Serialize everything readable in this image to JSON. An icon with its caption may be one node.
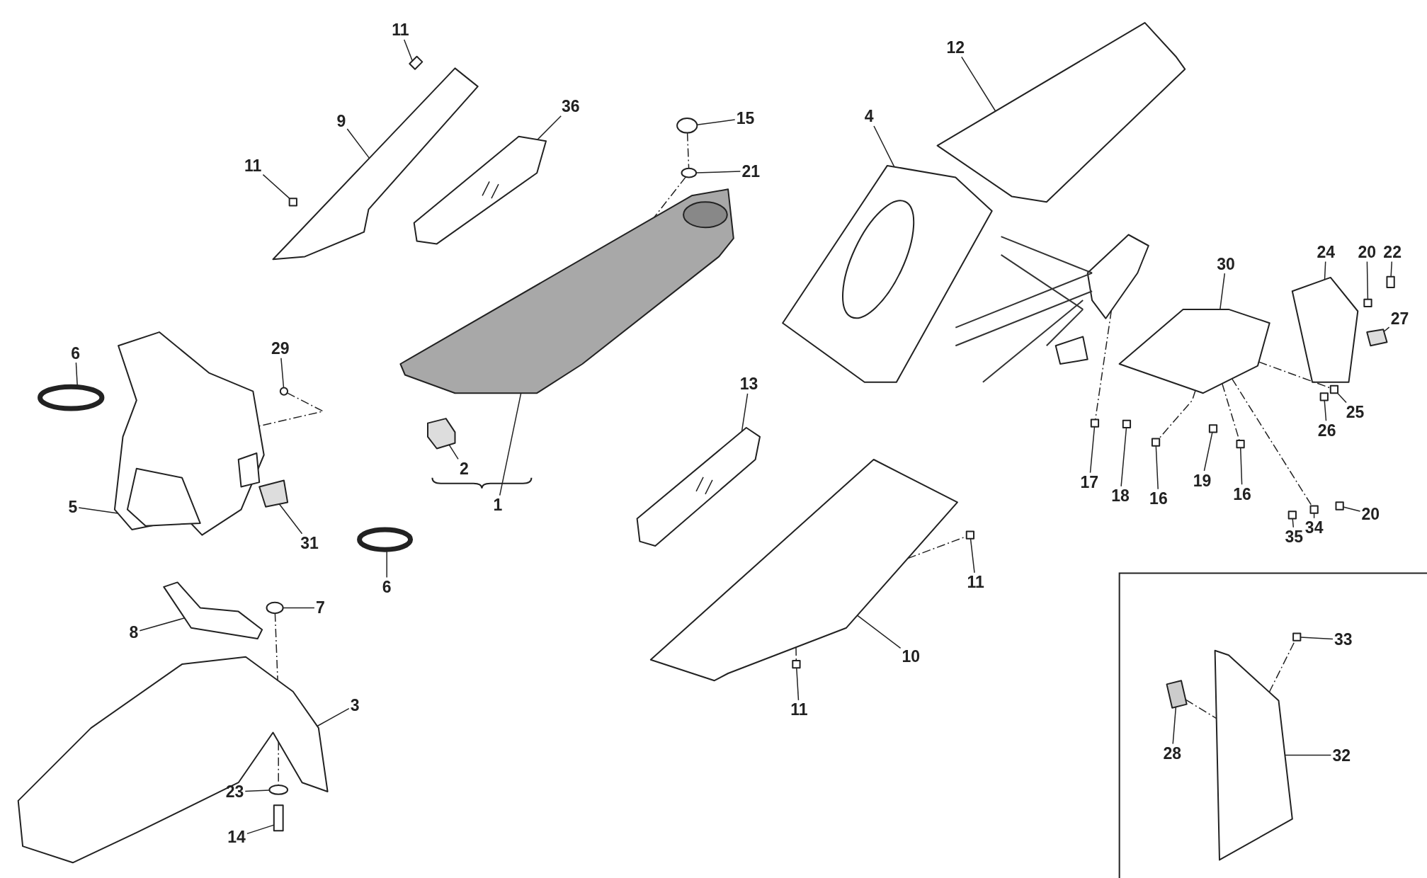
{
  "diagram": {
    "nodes": [
      {
        "text": [
          "11"
        ]
      },
      {
        "text": [
          "12"
        ]
      },
      {
        "text": [
          "36"
        ]
      },
      {
        "text": [
          "15"
        ]
      },
      {
        "text": [
          "9"
        ]
      },
      {
        "text": [
          "4"
        ]
      },
      {
        "text": [
          "11"
        ]
      },
      {
        "text": [
          "21"
        ]
      },
      {
        "text": [
          "24"
        ]
      },
      {
        "text": [
          "20"
        ]
      },
      {
        "text": [
          "22"
        ]
      },
      {
        "text": [
          "30"
        ]
      },
      {
        "text": [
          "27"
        ]
      },
      {
        "text": [
          "6"
        ]
      },
      {
        "text": [
          "29"
        ]
      },
      {
        "text": [
          "13"
        ]
      },
      {
        "text": [
          "25"
        ]
      },
      {
        "text": [
          "26"
        ]
      },
      {
        "text": [
          "2"
        ]
      },
      {
        "text": [
          "17"
        ]
      },
      {
        "text": [
          "19"
        ]
      },
      {
        "text": [
          "18"
        ]
      },
      {
        "text": [
          "16"
        ]
      },
      {
        "text": [
          "16"
        ]
      },
      {
        "text": [
          "1"
        ]
      },
      {
        "text": [
          "5"
        ]
      },
      {
        "text": [
          "20"
        ]
      },
      {
        "text": [
          "34"
        ]
      },
      {
        "text": [
          "35"
        ]
      },
      {
        "text": [
          "31"
        ]
      },
      {
        "text": [
          "11"
        ]
      },
      {
        "text": [
          "6"
        ]
      },
      {
        "text": [
          "7"
        ]
      },
      {
        "text": [
          "8"
        ]
      },
      {
        "text": [
          "33"
        ]
      },
      {
        "text": [
          "10"
        ]
      },
      {
        "text": [
          "3"
        ]
      },
      {
        "text": [
          "11"
        ]
      },
      {
        "text": [
          "32"
        ]
      },
      {
        "text": [
          "28"
        ]
      },
      {
        "text": [
          "23"
        ]
      },
      {
        "text": [
          "14"
        ]
      },
      {
        "text": [],
        "shape": "picture"
      },
      {
        "text": [],
        "shape": "picture"
      },
      {
        "text": [],
        "shape": "picture"
      },
      {
        "text": [],
        "shape": "circle"
      },
      {
        "text": [],
        "shape": "picture"
      },
      {
        "text": [],
        "shape": "picture"
      },
      {
        "text": [],
        "shape": "box"
      },
      {
        "text": [],
        "shape": "circle"
      },
      {
        "text": [],
        "shape": "picture"
      },
      {
        "text": [],
        "shape": "box"
      },
      {
        "text": [],
        "shape": "box"
      },
      {
        "text": [],
        "shape": "picture"
      },
      {
        "text": [],
        "shape": "picture"
      },
      {
        "text": [],
        "shape": "circle"
      },
      {
        "text": [],
        "shape": "circle"
      },
      {
        "text": [],
        "shape": "picture"
      },
      {
        "text": [],
        "shape": "box"
      },
      {
        "text": [],
        "shape": "box"
      },
      {
        "text": [],
        "shape": "picture"
      },
      {
        "text": [],
        "shape": "box"
      },
      {
        "text": [],
        "shape": "box"
      },
      {
        "text": [],
        "shape": "box"
      },
      {
        "text": [],
        "shape": "box"
      },
      {
        "text": [],
        "shape": "box"
      },
      {
        "text": [],
        "shape": "picture"
      },
      {
        "text": [],
        "shape": "picture"
      },
      {
        "text": [],
        "shape": "box"
      },
      {
        "text": [],
        "shape": "box"
      },
      {
        "text": [],
        "shape": "box"
      },
      {
        "text": [],
        "shape": "picture"
      },
      {
        "text": [],
        "shape": "box"
      },
      {
        "text": [],
        "shape": "circle"
      },
      {
        "text": [],
        "shape": "circle"
      },
      {
        "text": [],
        "shape": "picture"
      },
      {
        "text": [],
        "shape": "box"
      },
      {
        "text": [],
        "shape": "picture"
      },
      {
        "text": [],
        "shape": "picture"
      },
      {
        "text": [],
        "shape": "box"
      },
      {
        "text": [],
        "shape": "picture"
      },
      {
        "text": [],
        "shape": "picture"
      },
      {
        "text": [],
        "shape": "circle"
      },
      {
        "text": [],
        "shape": "box"
      },
      {
        "text": [],
        "shape": "picture"
      }
    ],
    "edges": [
      {
        "from": 0,
        "to": 42,
        "arrow": "none"
      },
      {
        "from": 1,
        "to": 43,
        "arrow": "none"
      },
      {
        "from": 2,
        "to": 44,
        "arrow": "none"
      },
      {
        "from": 3,
        "to": 45,
        "arrow": "none"
      },
      {
        "from": 4,
        "to": 46,
        "arrow": "none"
      },
      {
        "from": 5,
        "to": 47,
        "arrow": "none"
      },
      {
        "from": 6,
        "to": 48,
        "arrow": "none"
      },
      {
        "from": 7,
        "to": 49,
        "arrow": "none"
      },
      {
        "from": 8,
        "to": 50,
        "arrow": "none"
      },
      {
        "from": 9,
        "to": 51,
        "arrow": "none"
      },
      {
        "from": 10,
        "to": 52,
        "arrow": "none"
      },
      {
        "from": 11,
        "to": 53,
        "arrow": "none"
      },
      {
        "from": 12,
        "to": 54,
        "arrow": "none"
      },
      {
        "from": 13,
        "to": 55,
        "arrow": "none"
      },
      {
        "from": 14,
        "to": 56,
        "arrow": "none"
      },
      {
        "from": 15,
        "to": 57,
        "arrow": "none"
      },
      {
        "from": 16,
        "to": 58,
        "arrow": "none"
      },
      {
        "from": 17,
        "to": 59,
        "arrow": "none"
      },
      {
        "from": 18,
        "to": 60,
        "arrow": "none"
      },
      {
        "from": 19,
        "to": 61,
        "arrow": "none"
      },
      {
        "from": 20,
        "to": 62,
        "arrow": "none"
      },
      {
        "from": 21,
        "to": 63,
        "arrow": "none"
      },
      {
        "from": 22,
        "to": 64,
        "arrow": "none"
      },
      {
        "from": 23,
        "to": 65,
        "arrow": "none"
      },
      {
        "from": 24,
        "to": 66,
        "arrow": "none"
      },
      {
        "from": 25,
        "to": 67,
        "arrow": "none"
      },
      {
        "from": 26,
        "to": 68,
        "arrow": "none"
      },
      {
        "from": 27,
        "to": 69,
        "arrow": "none"
      },
      {
        "from": 28,
        "to": 70,
        "arrow": "none"
      },
      {
        "from": 29,
        "to": 71,
        "arrow": "none"
      },
      {
        "from": 30,
        "to": 72,
        "arrow": "none"
      },
      {
        "from": 31,
        "to": 73,
        "arrow": "none"
      },
      {
        "from": 32,
        "to": 74,
        "arrow": "none"
      },
      {
        "from": 33,
        "to": 75,
        "arrow": "none"
      },
      {
        "from": 34,
        "to": 76,
        "arrow": "none"
      },
      {
        "from": 35,
        "to": 77,
        "arrow": "none"
      },
      {
        "from": 36,
        "to": 78,
        "arrow": "none"
      },
      {
        "from": 37,
        "to": 79,
        "arrow": "none"
      },
      {
        "from": 38,
        "to": 80,
        "arrow": "none"
      },
      {
        "from": 39,
        "to": 81,
        "arrow": "none"
      },
      {
        "from": 40,
        "to": 82,
        "arrow": "none"
      },
      {
        "from": 41,
        "to": 83,
        "arrow": "none"
      },
      {
        "from": 56,
        "to": 67,
        "arrow": "none",
        "style": "dashed"
      },
      {
        "from": 74,
        "to": 78,
        "arrow": "none",
        "style": "dashed"
      },
      {
        "from": 45,
        "to": 49,
        "arrow": "none",
        "style": "dashed"
      },
      {
        "from": 49,
        "to": 66,
        "arrow": "none",
        "style": "dashed"
      },
      {
        "from": 84,
        "to": 61,
        "arrow": "none",
        "style": "dashed"
      },
      {
        "from": 53,
        "to": 64,
        "arrow": "none",
        "style": "dashed"
      },
      {
        "from": 53,
        "to": 65,
        "arrow": "none",
        "style": "dashed"
      },
      {
        "from": 53,
        "to": 69,
        "arrow": "none",
        "style": "dashed"
      },
      {
        "from": 53,
        "to": 58,
        "arrow": "none",
        "style": "dashed"
      },
      {
        "from": 77,
        "to": 72,
        "arrow": "none",
        "style": "dashed"
      },
      {
        "from": 77,
        "to": 79,
        "arrow": "none",
        "style": "dashed"
      },
      {
        "from": 81,
        "to": 80,
        "arrow": "none",
        "style": "dashed"
      },
      {
        "from": 80,
        "to": 76,
        "arrow": "none",
        "style": "dashed"
      },
      {
        "from": 78,
        "to": 82,
        "arrow": "none",
        "style": "dashed"
      }
    ]
  }
}
